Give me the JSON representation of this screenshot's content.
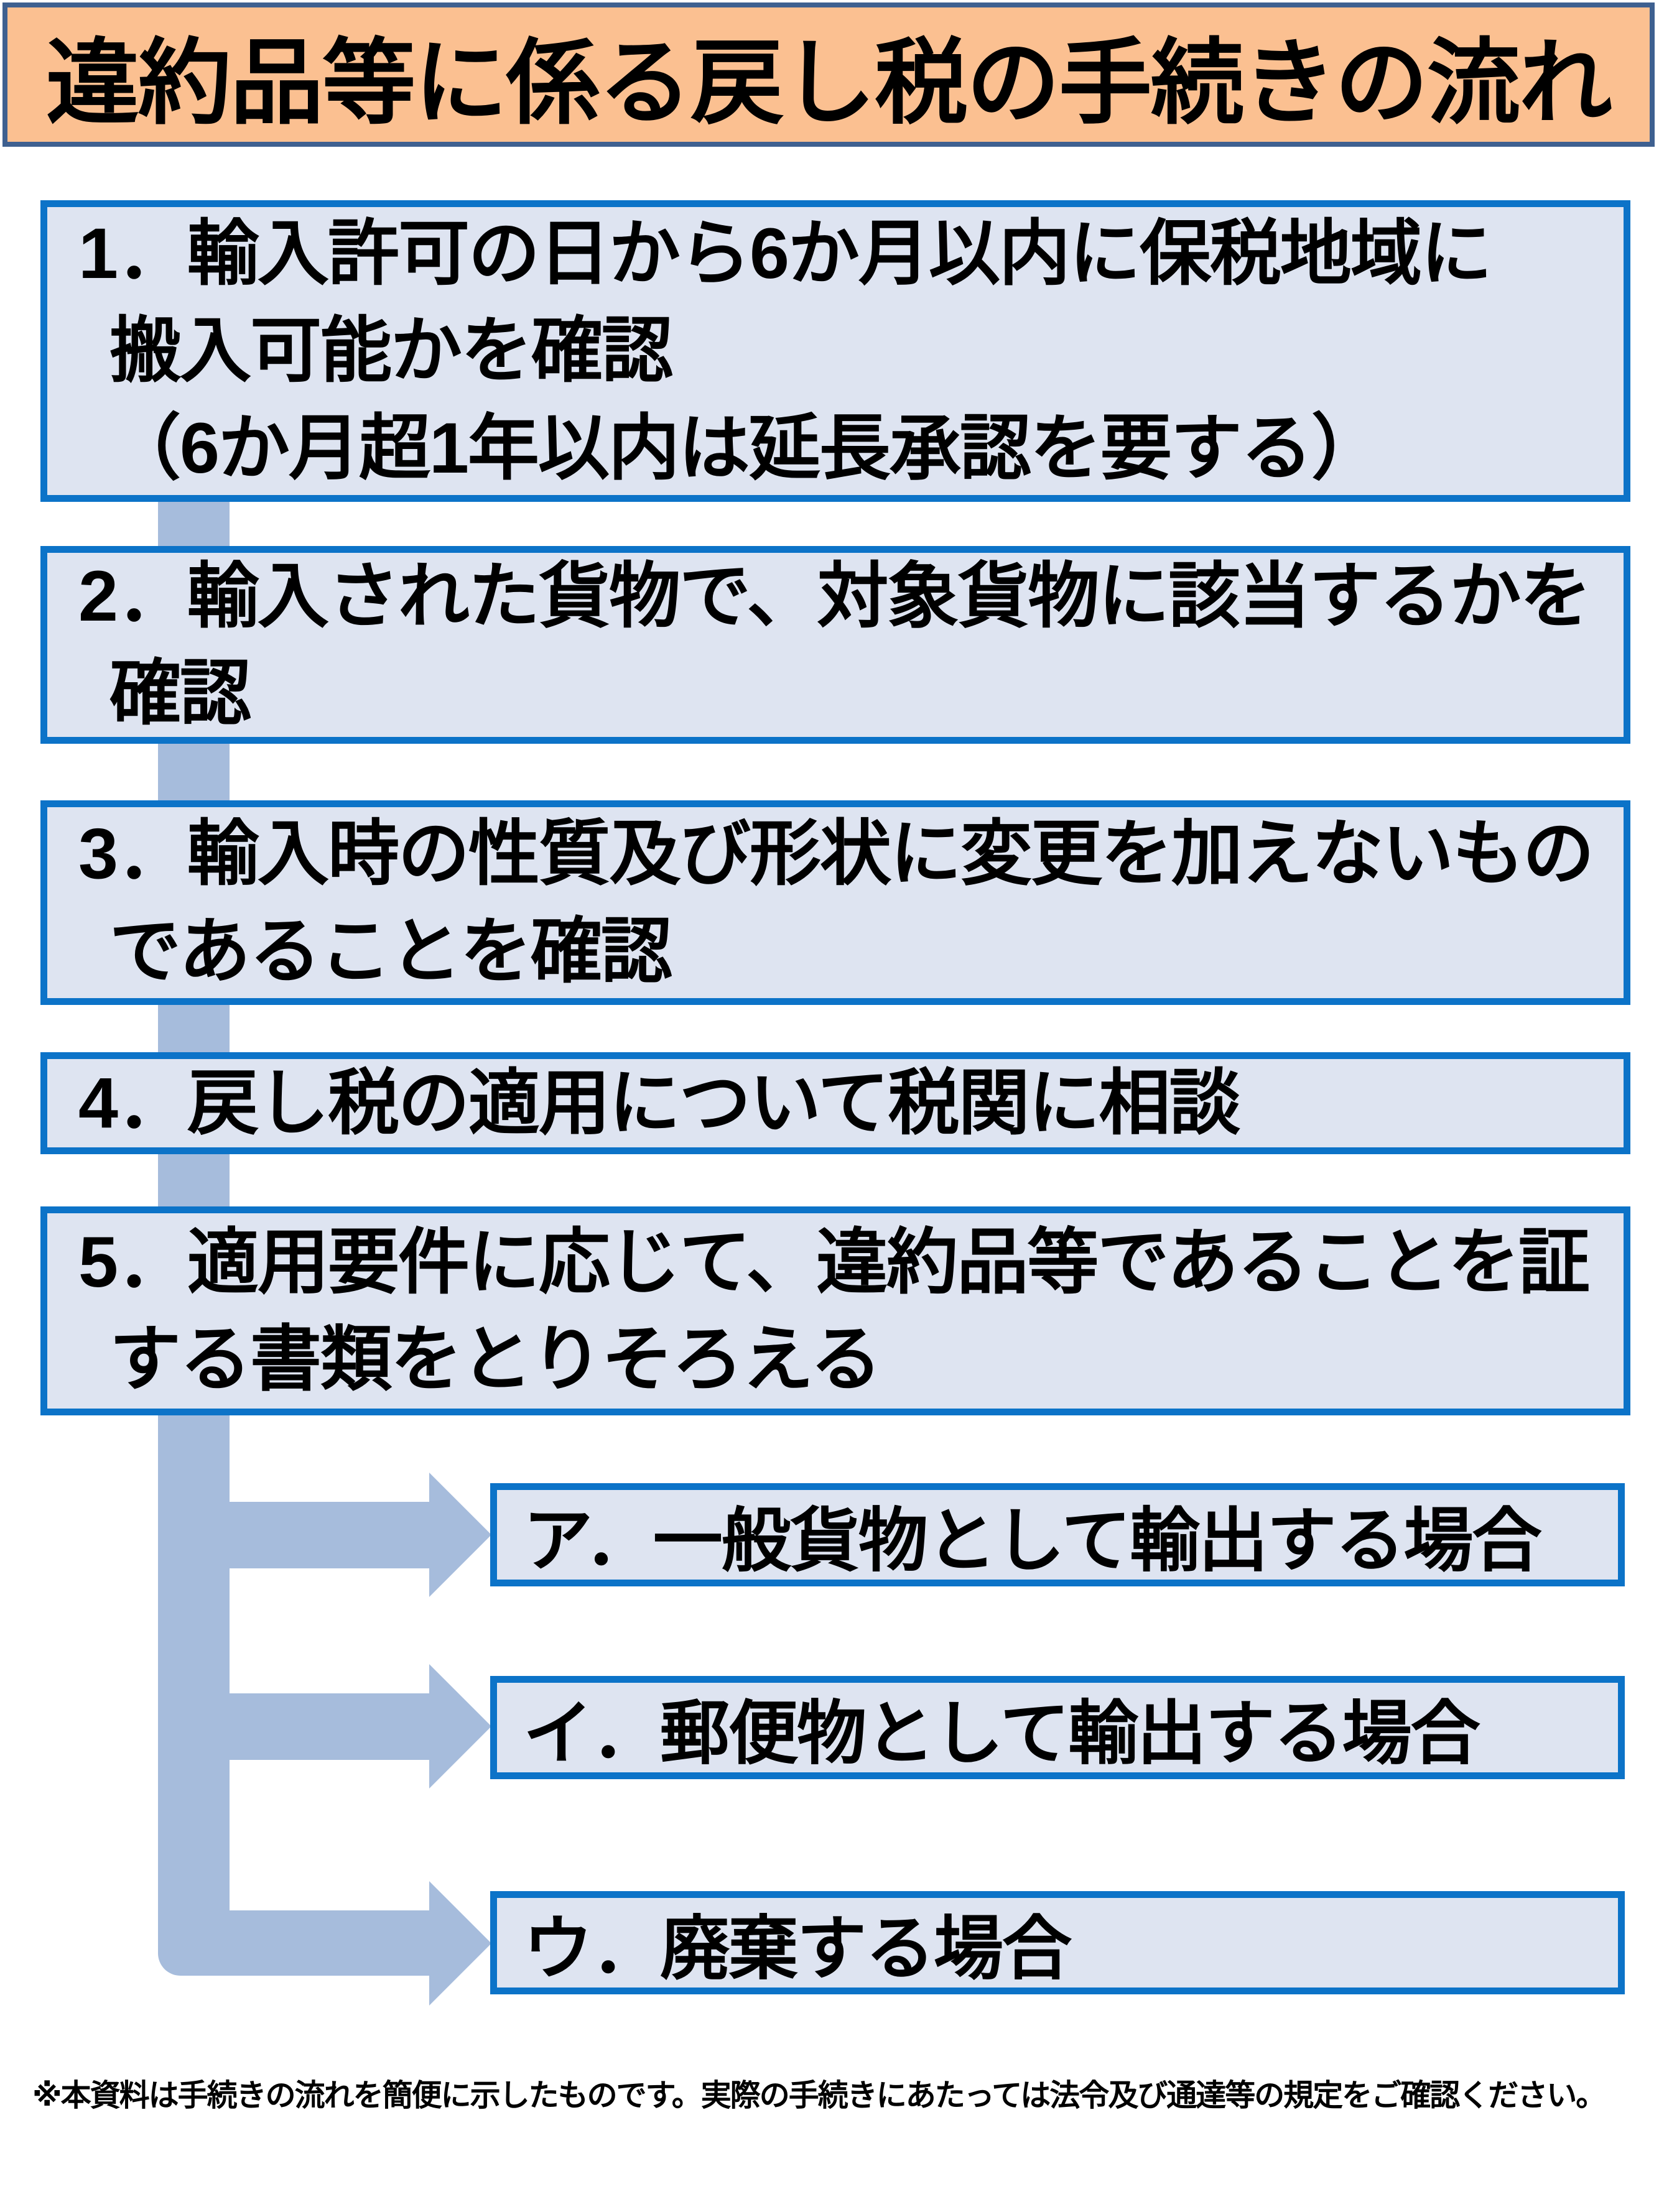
{
  "title": "違約品等に係る戻し税の手続きの流れ",
  "steps": [
    {
      "lines": [
        "1．輸入許可の日から6か月以内に保税地域に",
        "搬入可能かを確認",
        "（6か月超1年以内は延長承認を要する）"
      ]
    },
    {
      "lines": [
        "2．輸入された貨物で、対象貨物に該当するかを",
        "確認"
      ]
    },
    {
      "lines": [
        "3．輸入時の性質及び形状に変更を加えないもの",
        "であることを確認"
      ]
    },
    {
      "lines": [
        "4．戻し税の適用について税関に相談"
      ]
    },
    {
      "lines": [
        "5．適用要件に応じて、違約品等であることを証",
        "する書類をとりそろえる"
      ]
    }
  ],
  "branches": [
    {
      "label": "ア．一般貨物として輸出する場合"
    },
    {
      "label": "イ．郵便物として輸出する場合"
    },
    {
      "label": "ウ．廃棄する場合"
    }
  ],
  "footer": {
    "note": "※本資料は手続きの流れを簡便に示したものです。実際の手続きにあたっては法令及び通達等の規定をご確認ください。"
  },
  "colors": {
    "title_fill": "#FBC091",
    "title_border": "#3E6090",
    "box_fill": "#DEE4F1",
    "box_border": "#0C73C8",
    "connector": "#A6BCDC",
    "text": "#000000",
    "background": "#FFFFFF"
  }
}
